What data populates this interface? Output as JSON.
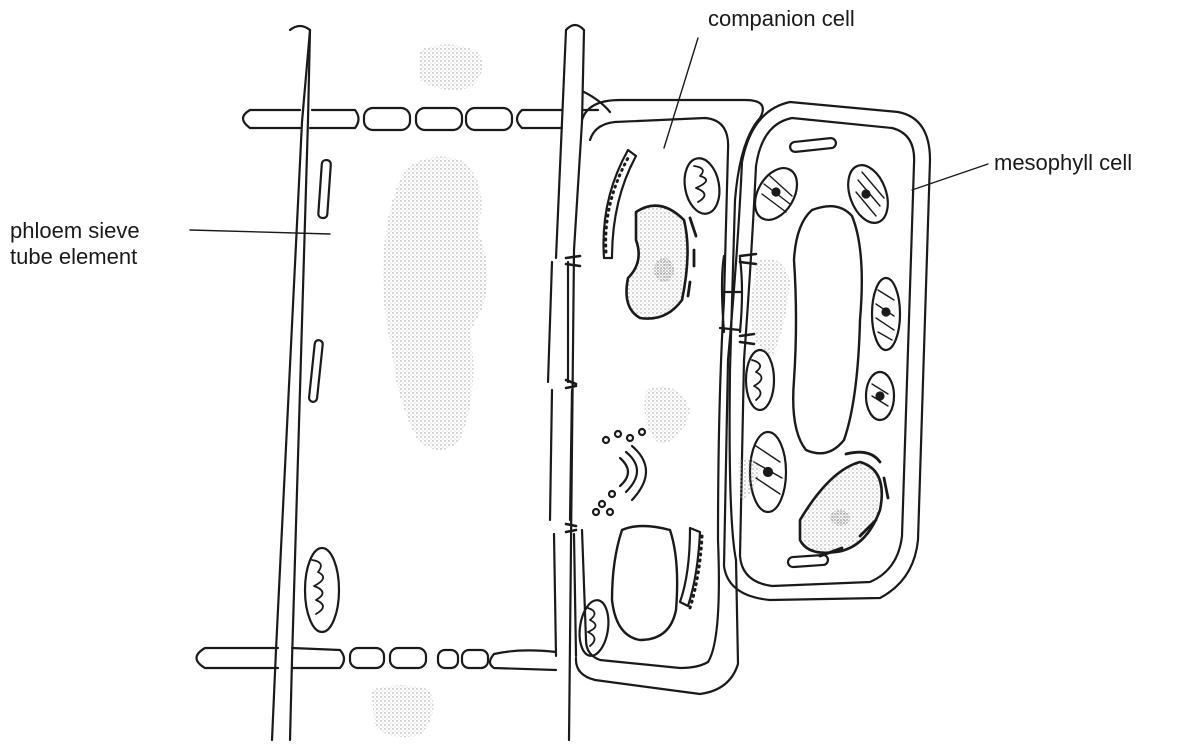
{
  "labels": {
    "companion": "companion cell",
    "mesophyll": "mesophyll cell",
    "phloem_line1": "phloem sieve",
    "phloem_line2": "tube element"
  },
  "colors": {
    "stroke": "#1a1a1a",
    "background": "#ffffff",
    "stipple": "#b5b5b5"
  }
}
